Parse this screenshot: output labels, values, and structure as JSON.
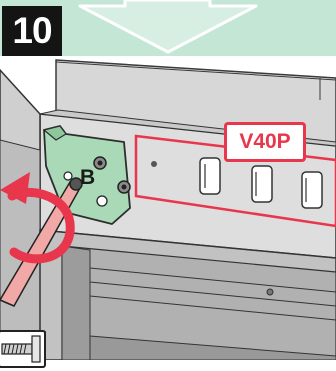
{
  "step": {
    "number": "10"
  },
  "callout": {
    "part_label": "V40P"
  },
  "bracket": {
    "letter": "B"
  },
  "colors": {
    "top_band": "#c4e6d4",
    "arrow_fill": "#d6efe2",
    "accent_red": "#e8364d",
    "bracket_green": "#a9d9b6",
    "cabinet_gray": "#dcdcdc",
    "screwdriver_pink": "#f0a9a6"
  },
  "icons": [
    "down-arrow-icon",
    "rotate-arrow-icon",
    "screw-icon",
    "screwdriver-icon"
  ]
}
